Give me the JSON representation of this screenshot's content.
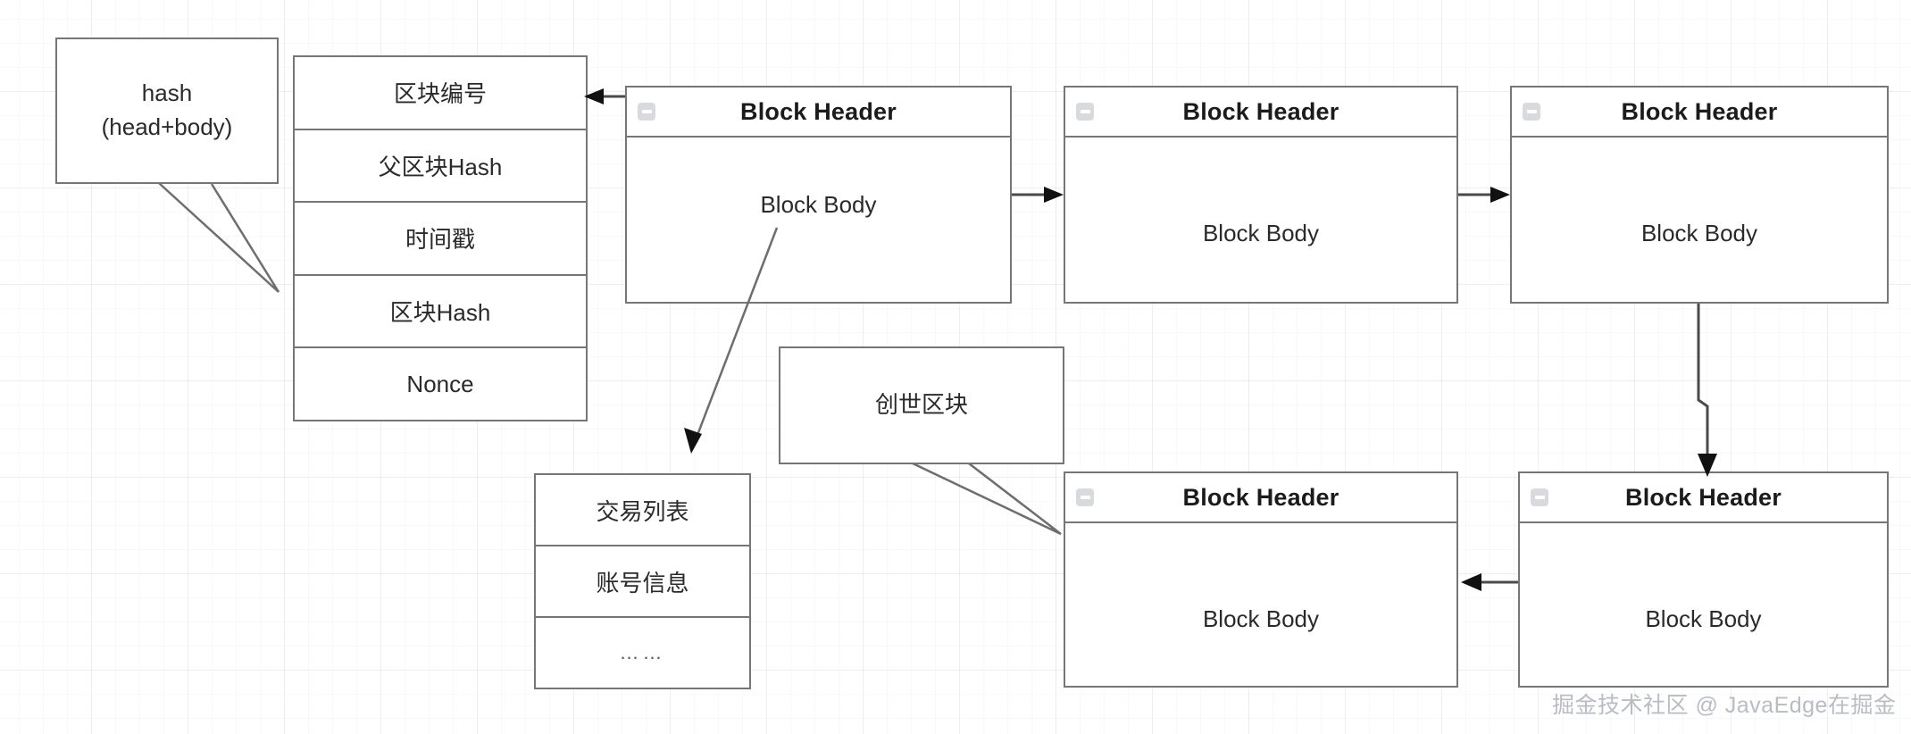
{
  "diagram": {
    "title": "Blockchain block structure diagram",
    "colors": {
      "box_border": "#767676",
      "connector": "#4a4a4a",
      "arrow_head": "#111111",
      "text": "#2a2a2a",
      "grid": "#f0f0f0",
      "watermark": "#b9bcc2",
      "collapse_icon_bg": "#d8dade"
    }
  },
  "callouts": {
    "hash": {
      "line1": "hash",
      "line2": "(head+body)"
    },
    "genesis": {
      "label": "创世区块"
    }
  },
  "block_header_fields": {
    "rows": [
      {
        "label": "区块编号"
      },
      {
        "label": "父区块Hash"
      },
      {
        "label": "时间戳"
      },
      {
        "label": "区块Hash"
      },
      {
        "label": "Nonce"
      }
    ]
  },
  "block_body_fields": {
    "rows": [
      {
        "label": "交易列表"
      },
      {
        "label": "账号信息"
      },
      {
        "label": "……"
      }
    ]
  },
  "blocks": [
    {
      "id": "block-1",
      "header": "Block Header",
      "body": "Block Body",
      "icon": "collapse-minus-icon"
    },
    {
      "id": "block-2",
      "header": "Block Header",
      "body": "Block Body",
      "icon": "collapse-minus-icon"
    },
    {
      "id": "block-3",
      "header": "Block Header",
      "body": "Block Body",
      "icon": "collapse-minus-icon"
    },
    {
      "id": "block-4",
      "header": "Block Header",
      "body": "Block Body",
      "icon": "collapse-minus-icon"
    },
    {
      "id": "block-5",
      "header": "Block Header",
      "body": "Block Body",
      "icon": "collapse-minus-icon"
    }
  ],
  "watermark": {
    "text": "掘金技术社区 @ JavaEdge在掘金"
  }
}
